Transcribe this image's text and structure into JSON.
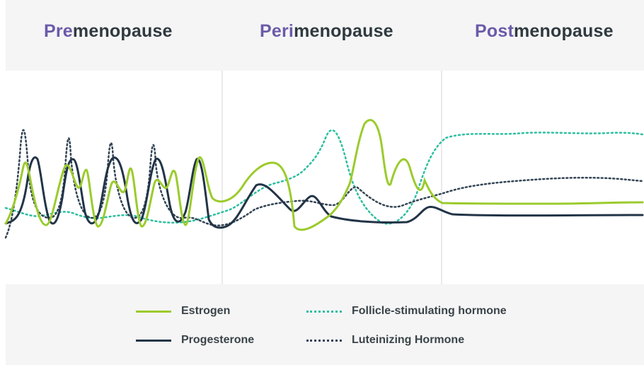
{
  "phases": [
    {
      "accent": "Pre",
      "rest": "menopause"
    },
    {
      "accent": "Peri",
      "rest": "menopause"
    },
    {
      "accent": "Post",
      "rest": "menopause"
    }
  ],
  "legend": {
    "estrogen": "Estrogen",
    "progesterone": "Progesterone",
    "fsh": "Follicle-stimulating hormone",
    "lh": "Luteinizing Hormone"
  },
  "colors": {
    "estrogen": "#9bcb2c",
    "progesterone": "#223447",
    "fsh": "#2bbf9f",
    "lh": "#334455",
    "accent": "#6b5aa8"
  }
}
